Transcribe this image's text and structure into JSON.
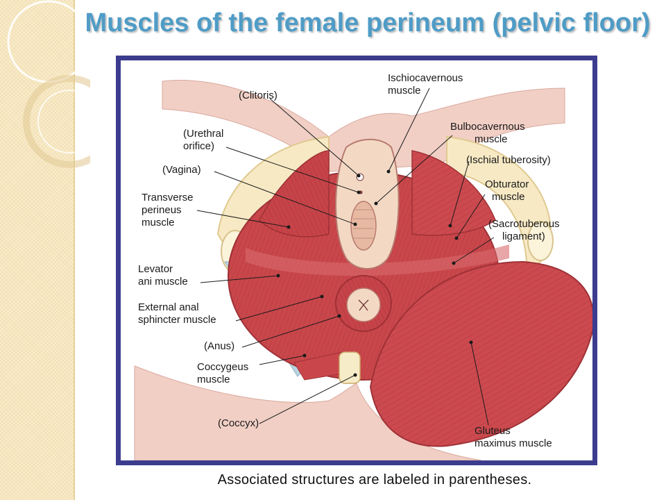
{
  "title": "Muscles of the female perineum (pelvic floor)",
  "caption": "Associated structures are labeled in parentheses.",
  "labels": {
    "clitoris": "(Clitoris)",
    "urethral_1": "(Urethral",
    "urethral_2": "orifice)",
    "vagina": "(Vagina)",
    "transverse_1": "Transverse",
    "transverse_2": "perineus",
    "transverse_3": "muscle",
    "levator_1": "Levator",
    "levator_2": "ani muscle",
    "external_1": "External anal",
    "external_2": "sphincter muscle",
    "anus": "(Anus)",
    "coccygeus_1": "Coccygeus",
    "coccygeus_2": "muscle",
    "coccyx": "(Coccyx)",
    "ischio_1": "Ischiocavernous",
    "ischio_2": "muscle",
    "bulbo_1": "Bulbocavernous",
    "bulbo_2": "muscle",
    "ischial": "(Ischial tuberosity)",
    "obturator_1": "Obturator",
    "obturator_2": "muscle",
    "sacro_1": "(Sacrotuberous",
    "sacro_2": "ligament)",
    "gluteus_1": "Gluteus",
    "gluteus_2": "maximus muscle"
  },
  "colors": {
    "frame": "#3c3c8f",
    "title": "#4f9cc6",
    "muscle": "#c9474b",
    "muscle_dark": "#a8353a",
    "skin": "#f1cfc5",
    "fat": "#f7e9c4",
    "ligament": "#b9d3e0"
  }
}
